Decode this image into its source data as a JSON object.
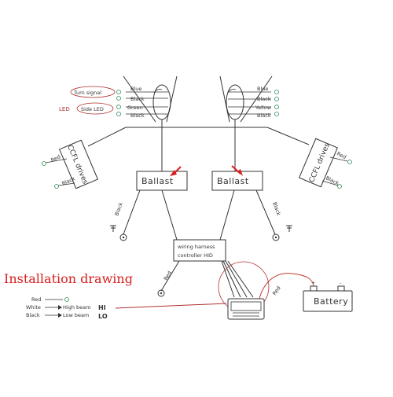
{
  "title": "Installation drawing",
  "colors": {
    "line": "#333333",
    "title_red": "#d81e1e",
    "highlight_red": "#b03030",
    "terminal_green": "#2e8b57"
  },
  "left_lamp": {
    "annotations": {
      "turn_signal": "Turn signal",
      "side_led": "Side LED",
      "led": "LED"
    },
    "wires": [
      "Blue",
      "Black",
      "Green",
      "Black"
    ]
  },
  "right_lamp": {
    "wires": [
      "Blue",
      "Black",
      "Yellow",
      "Black"
    ]
  },
  "ccfl_left": {
    "label": "CCFL drives",
    "wire_red": "Red",
    "wire_black": "Black"
  },
  "ccfl_right": {
    "label": "CCFL drives",
    "wire_red": "Red",
    "wire_black": "Black"
  },
  "ballast_left": {
    "label": "Ballast",
    "ground_wire": "Black"
  },
  "ballast_right": {
    "label": "Ballast",
    "ground_wire": "Black"
  },
  "controller": {
    "line1": "wiring harness",
    "line2": "controller HID",
    "wire_red": "Red"
  },
  "battery": {
    "label": "Battery",
    "plus": "+",
    "minus": "-",
    "wire_red": "Red"
  },
  "legend": {
    "red": "Red",
    "white": "White",
    "black": "Black",
    "high_beam": "High beam",
    "low_beam": "Low beam",
    "hi": "HI",
    "lo": "LO"
  }
}
